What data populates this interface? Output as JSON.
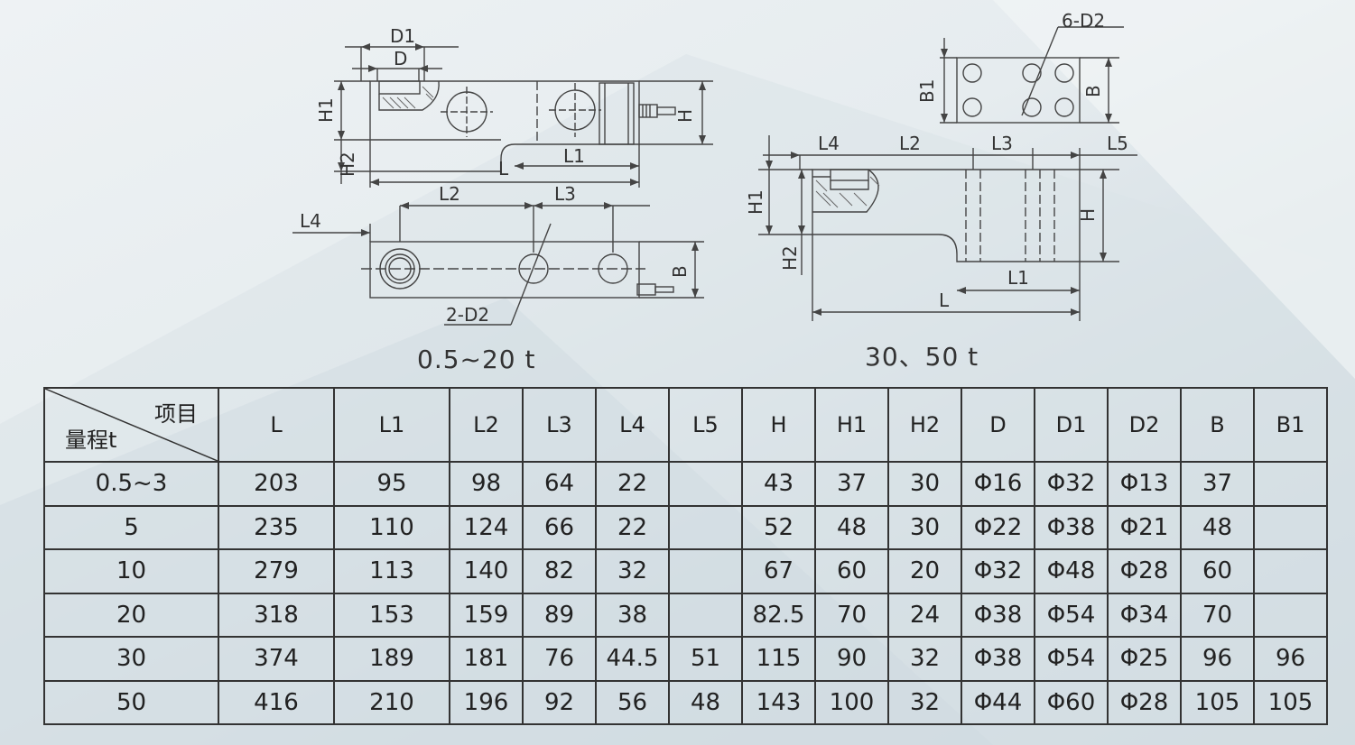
{
  "diagram": {
    "left_labels": {
      "d1": "D1",
      "d": "D",
      "h1": "H1",
      "h2": "H2",
      "h": "H",
      "l1": "L1",
      "l": "L",
      "l2": "L2",
      "l3": "L3",
      "l4": "L4",
      "b": "B",
      "two_d2": "2-D2"
    },
    "right_labels": {
      "six_d2": "6-D2",
      "b1": "B1",
      "b": "B",
      "l4": "L4",
      "l2": "L2",
      "l3": "L3",
      "l5": "L5",
      "h1": "H1",
      "h2": "H2",
      "h": "H",
      "l1": "L1",
      "l": "L"
    },
    "caption_left": "0.5~20 t",
    "caption_right": "30、50 t"
  },
  "table": {
    "corner_top": "项目",
    "corner_bottom": "量程t",
    "headers": [
      "L",
      "L1",
      "L2",
      "L3",
      "L4",
      "L5",
      "H",
      "H1",
      "H2",
      "D",
      "D1",
      "D2",
      "B",
      "B1"
    ],
    "rows": [
      {
        "range": "0.5~3",
        "cells": [
          "203",
          "95",
          "98",
          "64",
          "22",
          "",
          "43",
          "37",
          "30",
          "Φ16",
          "Φ32",
          "Φ13",
          "37",
          ""
        ]
      },
      {
        "range": "5",
        "cells": [
          "235",
          "110",
          "124",
          "66",
          "22",
          "",
          "52",
          "48",
          "30",
          "Φ22",
          "Φ38",
          "Φ21",
          "48",
          ""
        ]
      },
      {
        "range": "10",
        "cells": [
          "279",
          "113",
          "140",
          "82",
          "32",
          "",
          "67",
          "60",
          "20",
          "Φ32",
          "Φ48",
          "Φ28",
          "60",
          ""
        ]
      },
      {
        "range": "20",
        "cells": [
          "318",
          "153",
          "159",
          "89",
          "38",
          "",
          "82.5",
          "70",
          "24",
          "Φ38",
          "Φ54",
          "Φ34",
          "70",
          ""
        ]
      },
      {
        "range": "30",
        "cells": [
          "374",
          "189",
          "181",
          "76",
          "44.5",
          "51",
          "115",
          "90",
          "32",
          "Φ38",
          "Φ54",
          "Φ25",
          "96",
          "96"
        ]
      },
      {
        "range": "50",
        "cells": [
          "416",
          "210",
          "196",
          "92",
          "56",
          "48",
          "143",
          "100",
          "32",
          "Φ44",
          "Φ60",
          "Φ28",
          "105",
          "105"
        ]
      }
    ]
  }
}
